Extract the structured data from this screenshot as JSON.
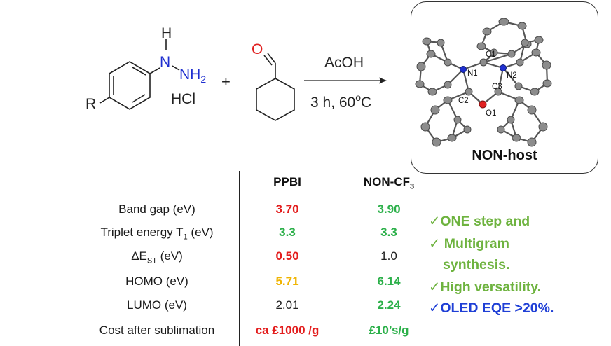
{
  "colors": {
    "red": "#e31d1d",
    "green": "#2cb04a",
    "yellow": "#f0b400",
    "black": "#222222",
    "highlight_green": "#6eb33f",
    "highlight_blue": "#1f3fd6",
    "oxygen_red": "#e02020",
    "nitrogen_blue": "#1f2fd0",
    "atom_grey": "#8c8c8c"
  },
  "reaction": {
    "hydrazine": {
      "h_label": "H",
      "n1_label": "N",
      "nh2_label": "NH",
      "nh2_sub": "2",
      "r_label": "R",
      "salt_label": "HCl"
    },
    "plus": "+",
    "aldehyde": {
      "o_label": "O"
    },
    "arrow_above": "AcOH",
    "arrow_below_main": "3 h, 60",
    "arrow_below_sup": "o",
    "arrow_below_end": "C"
  },
  "crystal": {
    "title": "NON-host",
    "atom_labels": {
      "c1": "C1",
      "n1": "N1",
      "n2": "N2",
      "c2": "C2",
      "c3": "C3",
      "o1": "O1"
    }
  },
  "table": {
    "headers": {
      "col1": "PPBI",
      "col2_main": "NON-CF",
      "col2_sub": "3"
    },
    "rows": [
      {
        "label": "Band gap (eV)",
        "ppbi": "3.70",
        "ppbi_color": "red",
        "ppbi_bold": true,
        "non": "3.90",
        "non_color": "green",
        "non_bold": true
      },
      {
        "label_main": "Triplet energy T",
        "label_sub": "1",
        "label_end": " (eV)",
        "ppbi": "3.3",
        "ppbi_color": "green",
        "ppbi_bold": true,
        "non": "3.3",
        "non_color": "green",
        "non_bold": true
      },
      {
        "label_main": "ΔE",
        "label_sub": "ST",
        "label_end": " (eV)",
        "ppbi": "0.50",
        "ppbi_color": "red",
        "ppbi_bold": true,
        "non": "1.0",
        "non_color": "black",
        "non_bold": false
      },
      {
        "label": "HOMO (eV)",
        "ppbi": "5.71",
        "ppbi_color": "yellow",
        "ppbi_bold": true,
        "non": "6.14",
        "non_color": "green",
        "non_bold": true
      },
      {
        "label": "LUMO (eV)",
        "ppbi": "2.01",
        "ppbi_color": "black",
        "ppbi_bold": false,
        "non": "2.24",
        "non_color": "green",
        "non_bold": true
      },
      {
        "label": "Cost after sublimation",
        "ppbi": "ca £1000 /g",
        "ppbi_color": "red",
        "ppbi_bold": true,
        "non": "£10’s/g",
        "non_color": "green",
        "non_bold": true
      }
    ]
  },
  "highlights": [
    {
      "text": "✓ONE step and",
      "color": "highlight_green"
    },
    {
      "text": "✓ Multigram",
      "color": "highlight_green"
    },
    {
      "text": "synthesis.",
      "color": "highlight_green"
    },
    {
      "text": "✓High versatility.",
      "color": "highlight_green"
    },
    {
      "text": "✓OLED EQE >20%.",
      "color": "highlight_blue"
    }
  ]
}
